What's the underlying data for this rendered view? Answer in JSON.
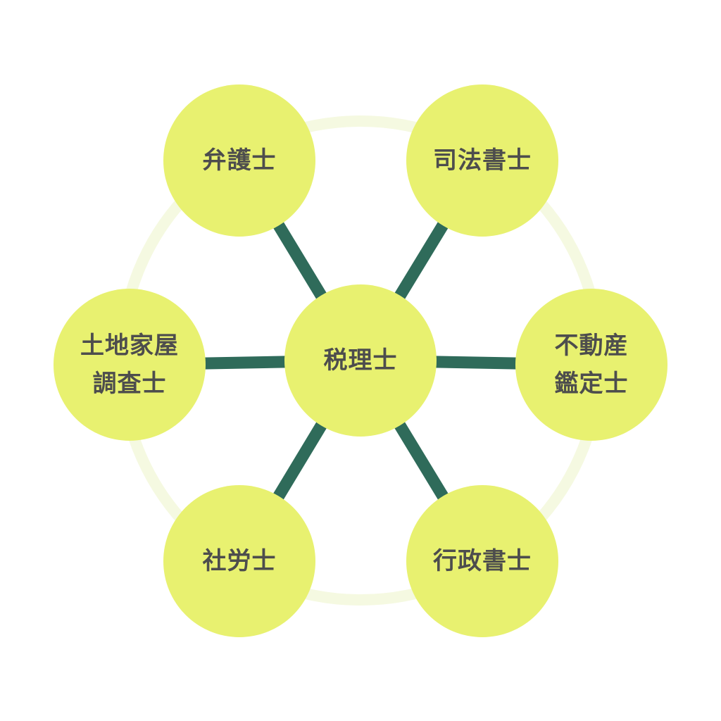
{
  "colors": {
    "node_fill": "#e8f170",
    "connector": "#2f6b5a",
    "ring": "#f5f9e1",
    "text": "#4d4d4d"
  },
  "center": {
    "label": "税理士"
  },
  "nodes": [
    {
      "label": "弁護士"
    },
    {
      "label": "司法書士"
    },
    {
      "label": "不動産\n鑑定士"
    },
    {
      "label": "行政書士"
    },
    {
      "label": "社労士"
    },
    {
      "label": "土地家屋\n調査士"
    }
  ]
}
